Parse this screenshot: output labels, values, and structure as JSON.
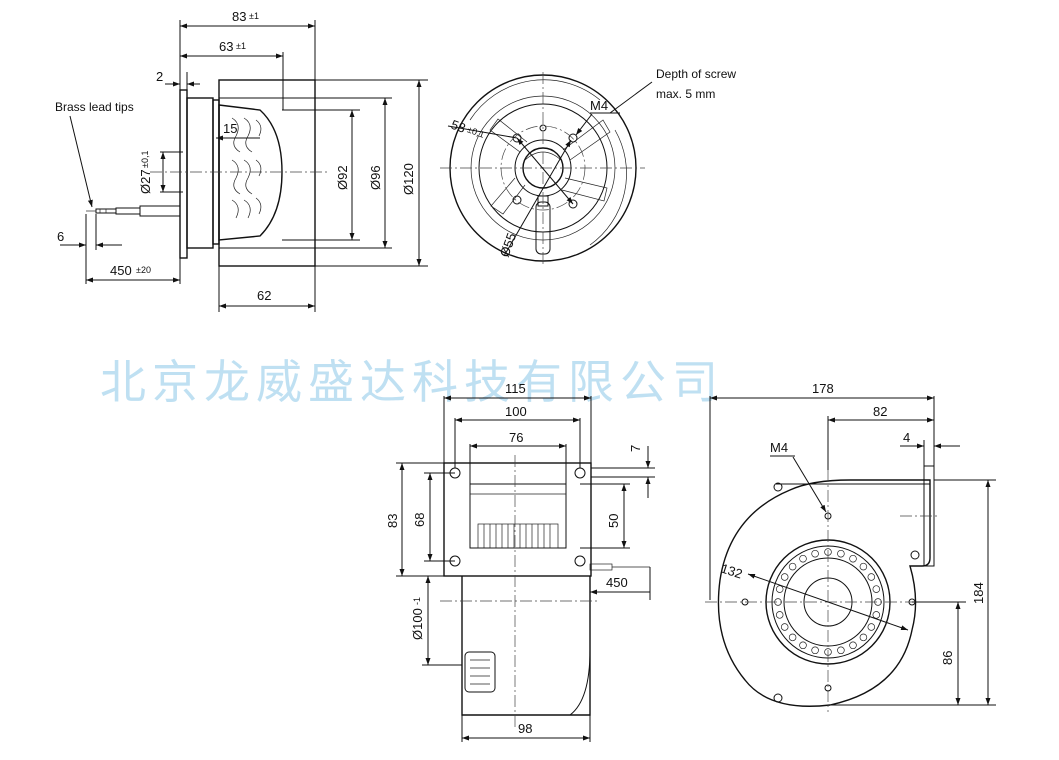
{
  "watermark": "北京龙威盛达科技有限公司",
  "view_top_left": {
    "brass_label": "Brass lead tips",
    "d83": "83",
    "d83_tol": "±1",
    "d63": "63",
    "d63_tol": "±1",
    "d2": "2",
    "d15": "15",
    "d27": "Ø27",
    "d27_tol": "±0,1",
    "d92": "Ø92",
    "d96": "Ø96",
    "d120": "Ø120",
    "d6": "6",
    "d450": "450",
    "d450_tol": "±20",
    "d62": "62"
  },
  "view_top_right": {
    "screw_note_line1": "Depth of screw",
    "screw_note_line2": "max. 5 mm",
    "m4": "M4",
    "d58": "58",
    "d58_tol": "±0,1",
    "d55": "Ø55"
  },
  "view_bottom_left": {
    "d115": "115",
    "d100": "100",
    "d76": "76",
    "d7": "7",
    "d83": "83",
    "d68": "68",
    "d50": "50",
    "d450": "450",
    "d100dia": "Ø100",
    "d100dia_tol": "-1",
    "d98": "98"
  },
  "view_bottom_right": {
    "d178": "178",
    "d82": "82",
    "d4": "4",
    "m4": "M4",
    "d132": "132",
    "d184": "184",
    "d86": "86"
  }
}
